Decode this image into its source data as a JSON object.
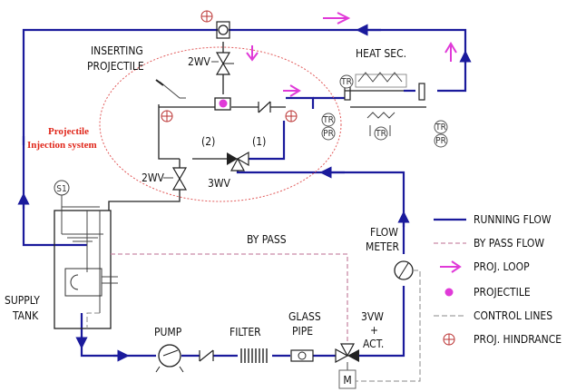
{
  "labels": {
    "inserting_projectile": "INSERTING",
    "inserting_projectile2": "PROJECTILE",
    "heat_sec": "HEAT SEC.",
    "wv2_top": "2WV",
    "wv2_bottom": "2WV",
    "wv3": "3WV",
    "branch_2": "(2)",
    "branch_1": "(1)",
    "injection_system_1": "Projectile",
    "injection_system_2": "Injection system",
    "s1": "S1",
    "by_pass": "BY PASS",
    "flow_meter_1": "FLOW",
    "flow_meter_2": "METER",
    "supply_tank_1": "SUPPLY",
    "supply_tank_2": "TANK",
    "pump": "PUMP",
    "filter": "FILTER",
    "glass_pipe_1": "GLASS",
    "glass_pipe_2": "PIPE",
    "vw3_act_1": "3VW",
    "vw3_act_2": "+",
    "vw3_act_3": "ACT.",
    "motor": "M",
    "tr": "TR",
    "pr": "PR"
  },
  "legend": [
    {
      "label": "RUNNING FLOW",
      "style": "solid",
      "color": "#1a1a9c",
      "icon": "solid-line"
    },
    {
      "label": "BY PASS FLOW",
      "style": "dashed",
      "color": "#c98aa6",
      "icon": "dashed-line"
    },
    {
      "label": "PROJ. LOOP",
      "style": "arrow",
      "color": "#e03ad8",
      "icon": "magenta-arrow"
    },
    {
      "label": "PROJECTILE",
      "style": "dot",
      "color": "#e03ad8",
      "icon": "magenta-dot"
    },
    {
      "label": "CONTROL LINES",
      "style": "dashed",
      "color": "#888888",
      "icon": "gray-dashed-line"
    },
    {
      "label": "PROJ. HINDRANCE",
      "style": "circle-cross",
      "color": "#b33333",
      "icon": "circle-cross"
    }
  ]
}
